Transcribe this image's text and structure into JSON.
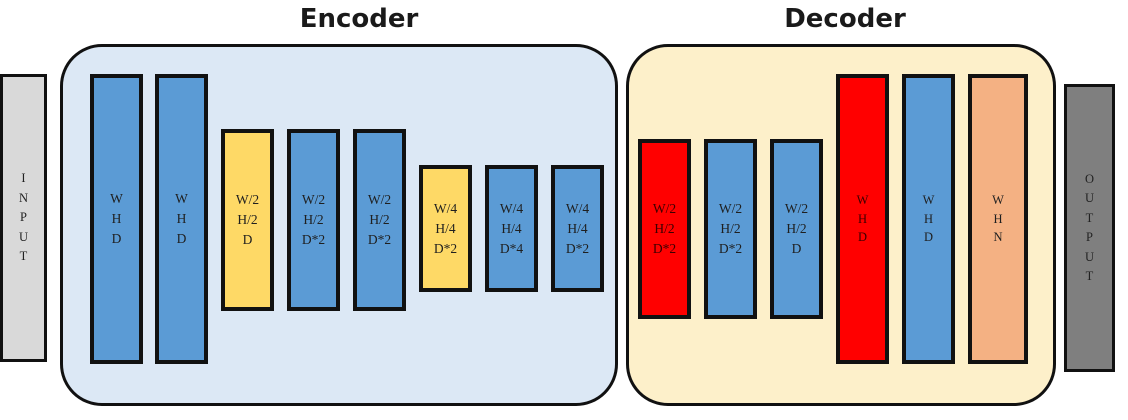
{
  "encoder": {
    "title": "Encoder",
    "blocks": [
      {
        "label": "W\nH\nD"
      },
      {
        "label": "W\nH\nD"
      },
      {
        "label": "W/2\nH/2\nD"
      },
      {
        "label": "W/2\nH/2\nD*2"
      },
      {
        "label": "W/2\nH/2\nD*2"
      },
      {
        "label": "W/4\nH/4\nD*2"
      },
      {
        "label": "W/4\nH/4\nD*4"
      },
      {
        "label": "W/4\nH/4\nD*2"
      }
    ]
  },
  "decoder": {
    "title": "Decoder",
    "blocks": [
      {
        "label": "W/2\nH/2\nD*2"
      },
      {
        "label": "W/2\nH/2\nD*2"
      },
      {
        "label": "W/2\nH/2\nD"
      },
      {
        "label": "W\nH\nD"
      },
      {
        "label": "W\nH\nD"
      },
      {
        "label": "W\nH\nN"
      }
    ]
  },
  "input": {
    "label": "I\nN\nP\nU\nT"
  },
  "output": {
    "label": "O\nU\nT\nP\nU\nT"
  },
  "colors": {
    "encoder_panel": "#dce8f5",
    "decoder_panel": "#fdf0ca",
    "blue": "#5b9bd5",
    "yellow": "#fed966",
    "red": "#ff0000",
    "peach": "#f4b183",
    "input": "#d9d9d9",
    "output": "#7f7f7f"
  }
}
